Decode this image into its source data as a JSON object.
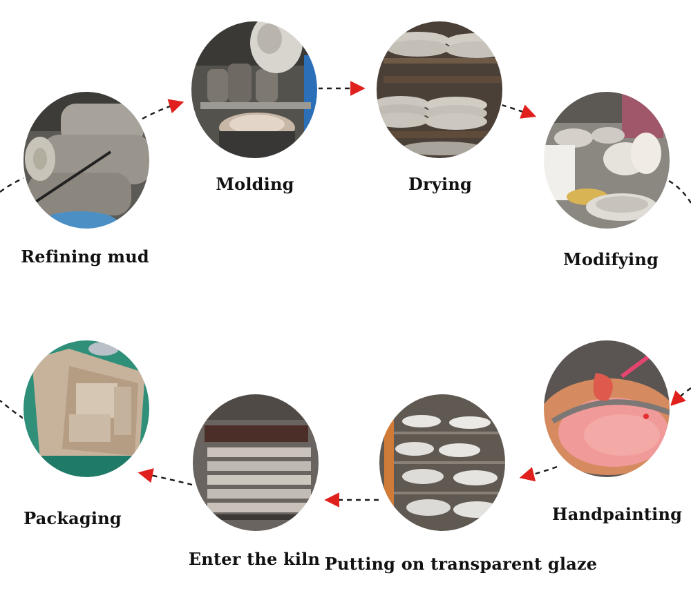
{
  "colors": {
    "background": "#ffffff",
    "connector": "#1a1a1a",
    "arrowhead": "#e0201c",
    "label": "#111111"
  },
  "steps": [
    {
      "id": "refining-mud",
      "label": "Refining mud",
      "icon": "clay-logs-photo"
    },
    {
      "id": "molding",
      "label": "Molding",
      "icon": "molding-machine-photo"
    },
    {
      "id": "drying",
      "label": "Drying",
      "icon": "drying-rack-photo"
    },
    {
      "id": "modifying",
      "label": "Modifying",
      "icon": "hand-finishing-photo"
    },
    {
      "id": "handpainting",
      "label": "Handpainting",
      "icon": "painted-bowl-photo"
    },
    {
      "id": "putting-on-transparent-glaze",
      "label": "Putting on transparent glaze",
      "icon": "glazed-bowls-rack-photo"
    },
    {
      "id": "enter-the-kiln",
      "label": "Enter the kiln",
      "icon": "kiln-cart-photo"
    },
    {
      "id": "packaging",
      "label": "Packaging",
      "icon": "cardboard-box-photo"
    }
  ]
}
